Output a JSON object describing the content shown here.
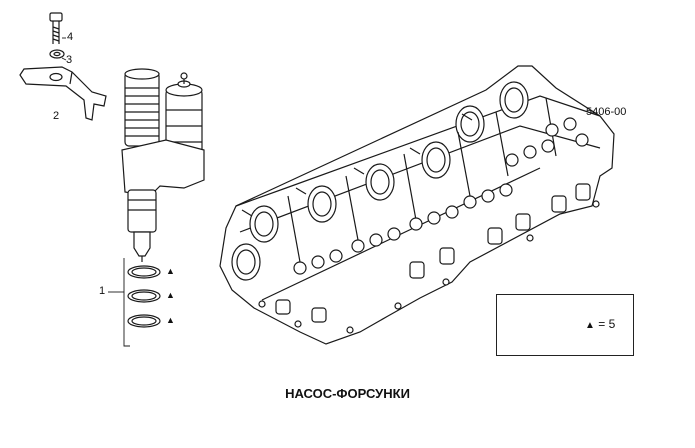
{
  "diagram": {
    "code": "5406-00",
    "caption": "НАСОС-ФОРСУНКИ",
    "callouts": {
      "c1": "1",
      "c2": "2",
      "c3": "3",
      "c4": "4"
    },
    "legend": {
      "symbol": "▲",
      "text": "= 5"
    },
    "seal_marks": [
      "▲",
      "▲",
      "▲"
    ],
    "colors": {
      "line": "#1a1a1a",
      "paper": "#ffffff",
      "watermark": "#d9d9d9"
    }
  }
}
